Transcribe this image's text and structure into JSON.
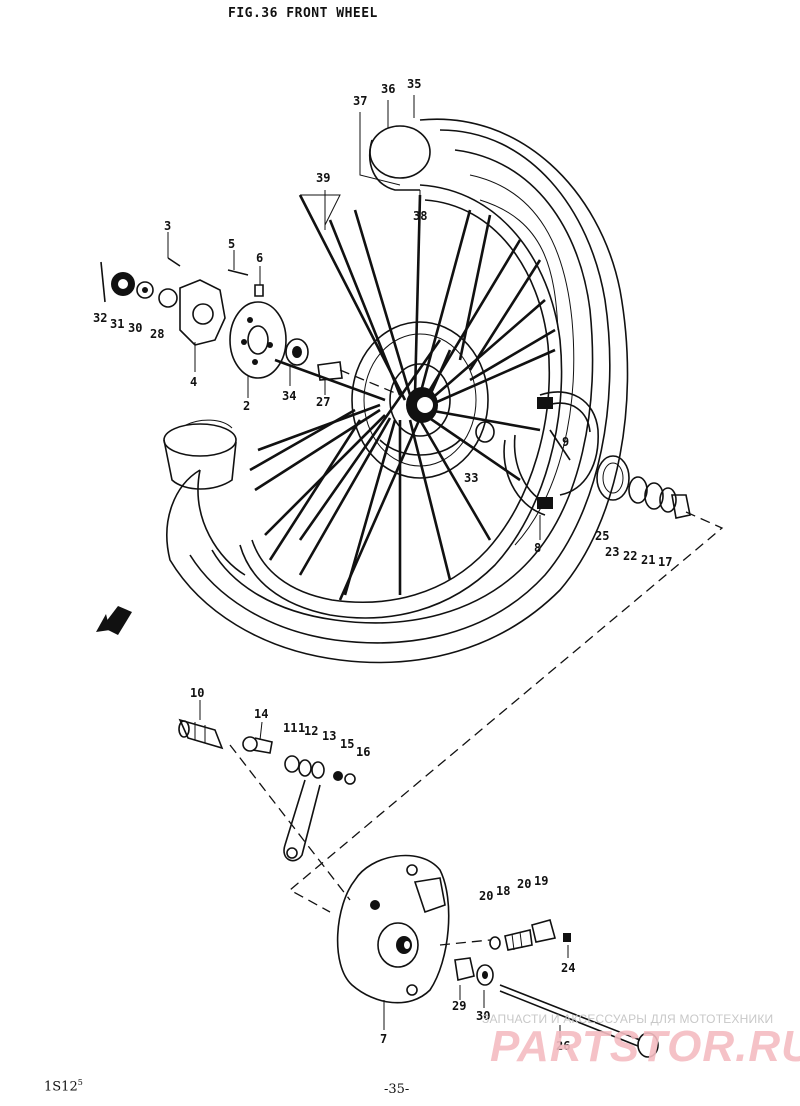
{
  "figure": {
    "title": "FIG.36  FRONT WHEEL",
    "page_number": "-35-",
    "model_code": "1S12",
    "model_code_sup": "5"
  },
  "watermark": {
    "tagline": "ЗАПЧАСТИ И АКСЕССУАРЫ ДЛЯ МОТОТЕХНИКИ",
    "logo": "PARTSTOR.RU"
  },
  "callouts": {
    "c1": "1",
    "c2": "2",
    "c3": "3",
    "c4": "4",
    "c5": "5",
    "c6": "6",
    "c7": "7",
    "c8": "8",
    "c9": "9",
    "c10": "10",
    "c11": "11",
    "c12": "12",
    "c13": "13",
    "c14": "14",
    "c15": "15",
    "c16": "16",
    "c17": "17",
    "c18": "18",
    "c19": "19",
    "c20": "20",
    "c20b": "20",
    "c21": "21",
    "c22": "22",
    "c23": "23",
    "c24": "24",
    "c25": "25",
    "c26": "26",
    "c27": "27",
    "c28": "28",
    "c29": "29",
    "c30": "30",
    "c30b": "30",
    "c31": "31",
    "c32": "32",
    "c33": "33",
    "c34": "34",
    "c35": "35",
    "c36": "36",
    "c37": "37",
    "c38": "38",
    "c39": "39"
  }
}
